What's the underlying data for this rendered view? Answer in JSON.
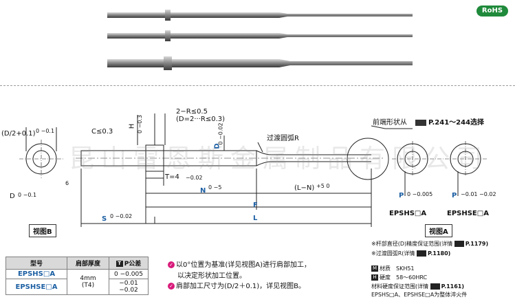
{
  "badge": "RoHS",
  "drawing": {
    "c_chamfer": "C≤0.3",
    "h_tol": "H",
    "h_tol_val": "0 −0.3",
    "d_half": "(D/2+0.1)",
    "d_half_tol": "0 −0.1",
    "d_tol_left": "D",
    "d_tol_left_val": "0 −0.1",
    "r_note1": "2−R≤0.5",
    "r_note2": "(D=2···R≤0.3)",
    "d_dim": "D",
    "d_dim_tol": "0 −0.02",
    "t_dim": "T=4",
    "t_tol": "−0.02",
    "transition_r": "过渡圆弧R",
    "tip_shape": "前端形状从",
    "tip_pages": "P.241～244选择",
    "n_dim": "N",
    "n_tol": "0 −5",
    "ln_dim": "(L−N)",
    "ln_tol": "+5 0",
    "f_dim": "F",
    "s_dim": "S",
    "s_tol": "0 −0.02",
    "l_dim": "L",
    "p_dim": "P",
    "p_tol_a": "0 −0.005",
    "p_tol_b": "−0.01 −0.02",
    "view_b": "视图B",
    "view_a": "视图A",
    "type_a": "EPSHS□A",
    "type_b": "EPSHSE□A",
    "g_val": "6"
  },
  "table": {
    "headers": [
      "型号",
      "肩部厚度",
      "P公差"
    ],
    "rows": [
      {
        "model": "EPSHS□A",
        "tol": "0 −0.005"
      },
      {
        "model": "EPSHSE□A",
        "tol": "−0.01 −0.02"
      }
    ],
    "thickness": "4mm",
    "thickness_sub": "(T4)"
  },
  "notes": {
    "n1": "以0°位置为基准(详见视图A)进行肩部加工，",
    "n1b": "以决定形状加工位置。",
    "n2": "肩部加工尺寸为(D/2＋0.1)，详见视图B。",
    "r1": "※杆部直径(D)精度保证范围(详情",
    "r1p": "P.1179)",
    "r2": "※过渡圆弧R(详情",
    "r2p": "P.1180)",
    "mat_label": "材质",
    "mat": "SKH51",
    "hard_label": "硬度",
    "hard": "58～60HRC",
    "r3": "材料硬度保证范围(详情",
    "r3p": "P.1161)",
    "r4": "EPSHS□A、EPSHSE□A为整体淬火件"
  },
  "watermark": "昆山雷恩斯金属制品有限公司"
}
